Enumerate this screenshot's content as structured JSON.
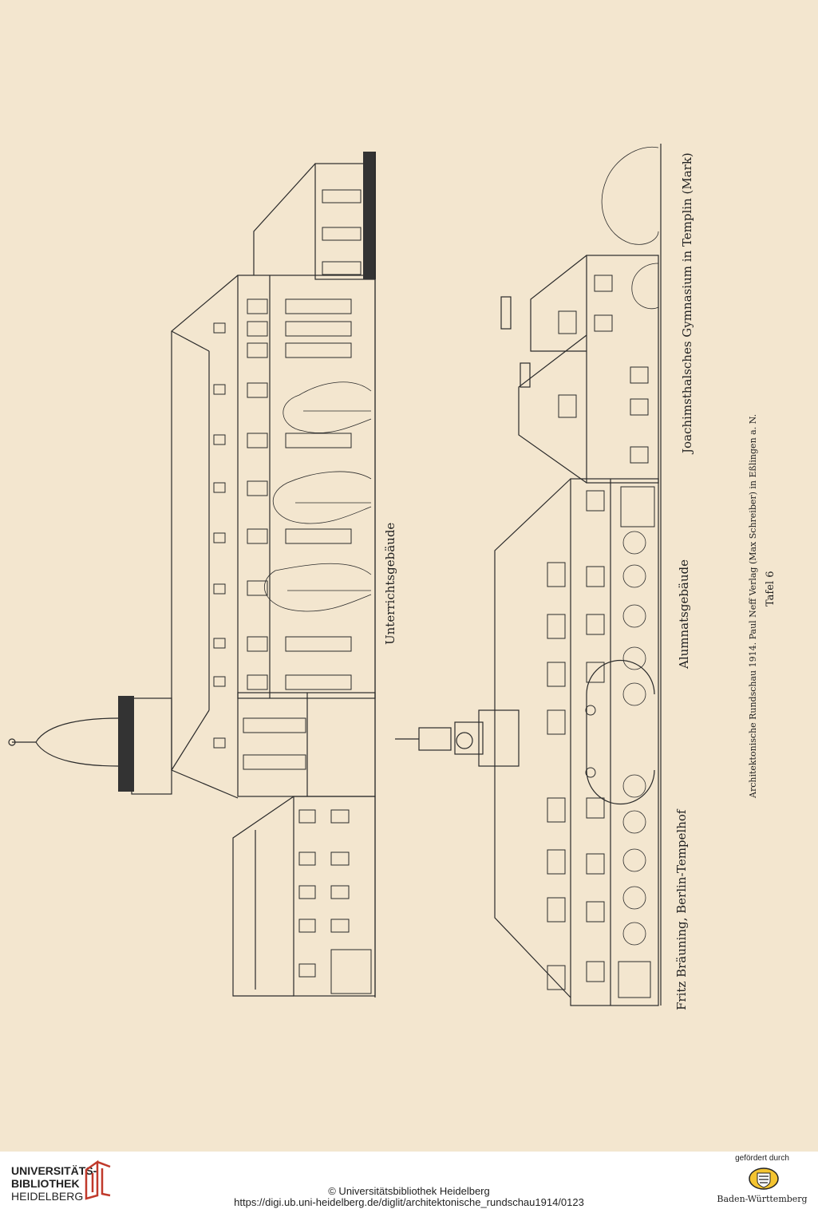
{
  "plate": {
    "caption_building_top": "Unterrichtsgebäude",
    "caption_building_bottom": "Alumnatsgebäude",
    "caption_architect": "Fritz Bräuning, Berlin-Tempelhof",
    "caption_title": "Joachimsthalsches Gymnasium in Templin (Mark)",
    "caption_publisher": "Architektonische Rundschau 1914. Paul Neff Verlag (Max Schreiber) in Eßlingen a. N.",
    "caption_plate": "Tafel 6"
  },
  "footer": {
    "library_line1": "UNIVERSITÄTS-",
    "library_line2": "BIBLIOTHEK",
    "library_line3": "HEIDELBERG",
    "copyright": "© Universitätsbibliothek Heidelberg",
    "url": "https://digi.ub.uni-heidelberg.de/diglit/architektonische_rundschau1914/0123",
    "funded_by": "gefördert durch",
    "funder_name": "Baden-Württemberg"
  },
  "colors": {
    "paper": "#f3e6cf",
    "ink": "#2a2a2a",
    "logo_red": "#c0392b"
  }
}
